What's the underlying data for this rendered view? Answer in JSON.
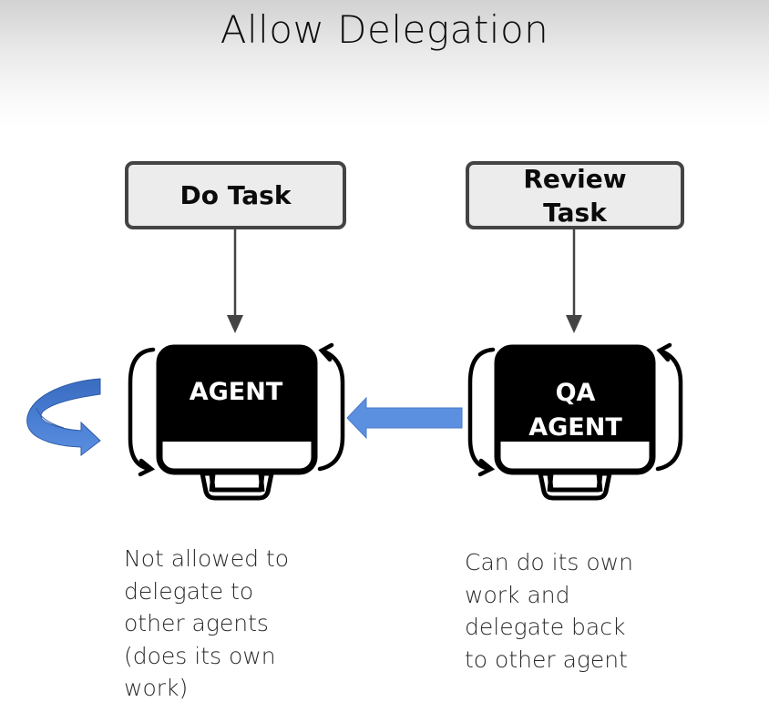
{
  "title": "Allow Delegation",
  "tasks": {
    "do_task": {
      "label": "Do Task"
    },
    "review_task": {
      "label_lines": [
        "Review",
        "Task"
      ]
    }
  },
  "agents": {
    "agent": {
      "label": "AGENT"
    },
    "qa_agent": {
      "label_lines": [
        "QA",
        "AGENT"
      ]
    }
  },
  "descriptions": {
    "left": "Not allowed to\ndelegate to\nother agents\n(does its own\nwork)",
    "right": "Can do its own\nwork and\ndelegate back\nto other agent"
  },
  "colors": {
    "delegation_arrow": "#5b8fe0",
    "delegation_arrow_dark": "#3a6cc0",
    "box_fill": "#ececec",
    "box_border": "#444444",
    "monitor": "#000000",
    "connector": "#444444"
  }
}
